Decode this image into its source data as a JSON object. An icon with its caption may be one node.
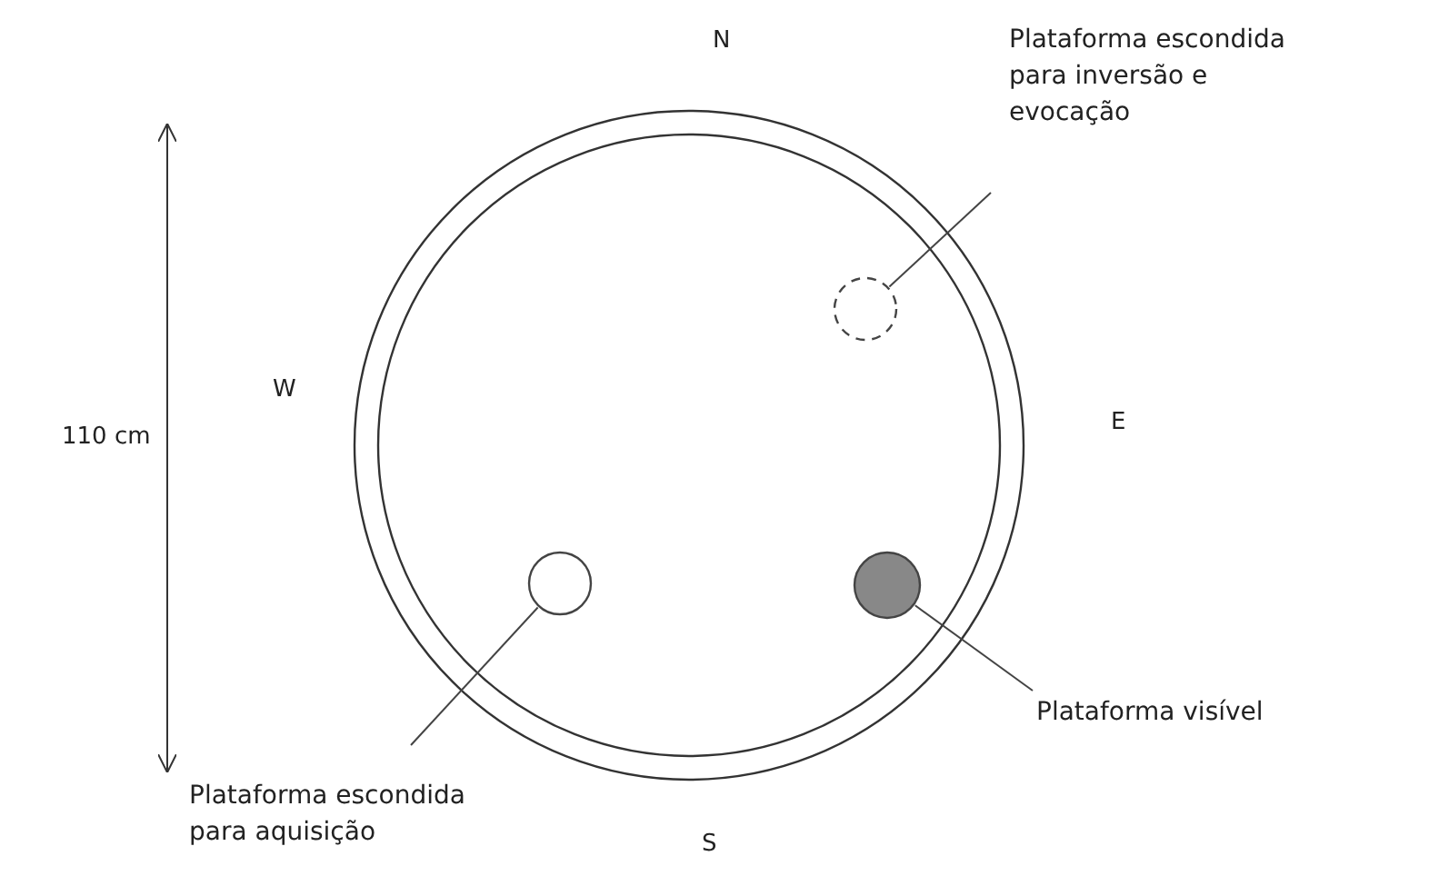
{
  "diagram": {
    "nodes": [
      {
        "text": [],
        "shape": "circle"
      },
      {
        "text": [
          "Plataforma escondida para inversão e evocação"
        ]
      },
      {
        "text": [],
        "shape": "circle",
        "in": 0
      },
      {
        "text": [
          "Plataforma escondida para aquisição"
        ]
      },
      {
        "text": [],
        "shape": "circle",
        "in": 0
      },
      {
        "text": [
          "Plataforma visível"
        ]
      },
      {
        "text": [],
        "shape": "circle",
        "in": 0
      }
    ],
    "edges": [
      {
        "from": 1,
        "to": 2,
        "arrow": "none"
      },
      {
        "from": 3,
        "to": 4,
        "arrow": "none"
      },
      {
        "from": 5,
        "to": 6,
        "arrow": "none"
      }
    ],
    "labels": [
      "N",
      "W",
      "110 cm",
      "E",
      "S"
    ]
  }
}
